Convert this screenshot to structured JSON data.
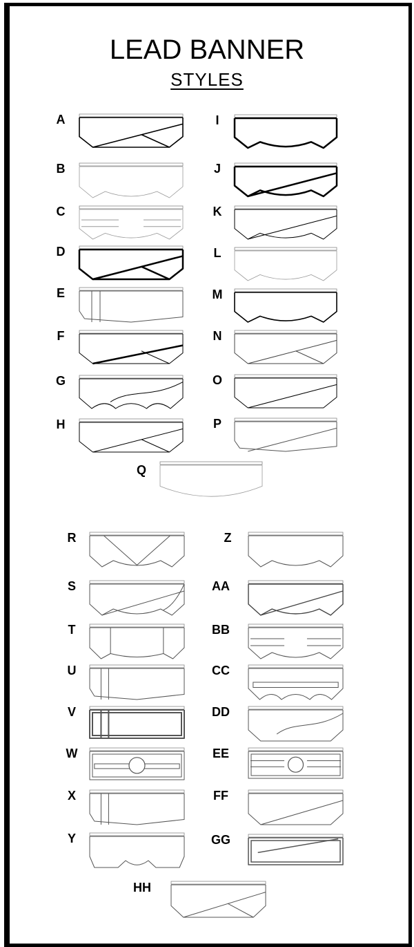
{
  "title": "LEAD BANNER",
  "subtitle": "STYLES",
  "styles": [
    "A",
    "B",
    "C",
    "D",
    "E",
    "F",
    "G",
    "H",
    "I",
    "J",
    "K",
    "L",
    "M",
    "N",
    "O",
    "P",
    "Q",
    "R",
    "S",
    "T",
    "U",
    "V",
    "W",
    "X",
    "Y",
    "Z",
    "AA",
    "BB",
    "CC",
    "DD",
    "EE",
    "FF",
    "GG",
    "HH"
  ]
}
